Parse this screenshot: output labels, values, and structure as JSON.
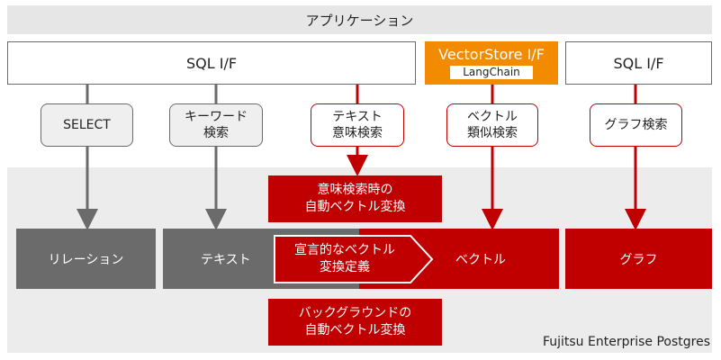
{
  "application": "アプリケーション",
  "interfaces": {
    "sql_left": "SQL I/F",
    "vectorstore": "VectorStore I/F",
    "langchain": "LangChain",
    "sql_right": "SQL I/F"
  },
  "queries": {
    "select": "SELECT",
    "keyword_search": "キーワード\n検索",
    "semantic_search": "テキスト\n意味検索",
    "similarity_search": "ベクトル\n類似検索",
    "graph_search": "グラフ検索"
  },
  "engine": {
    "label": "Fujitsu Enterprise Postgres",
    "auto_vector_query": "意味検索時の\n自動ベクトル変換",
    "declarative_vector": "宣言的なベクトル\n変換定義",
    "background_vector": "バックグラウンドの\n自動ベクトル変換"
  },
  "stores": {
    "relation": "リレーション",
    "text": "テキスト",
    "vector": "ベクトル",
    "graph": "グラフ"
  },
  "colors": {
    "red": "#c00000",
    "orange": "#f28b00",
    "gray": "#6b6b6b",
    "light_gray": "#ececec"
  }
}
